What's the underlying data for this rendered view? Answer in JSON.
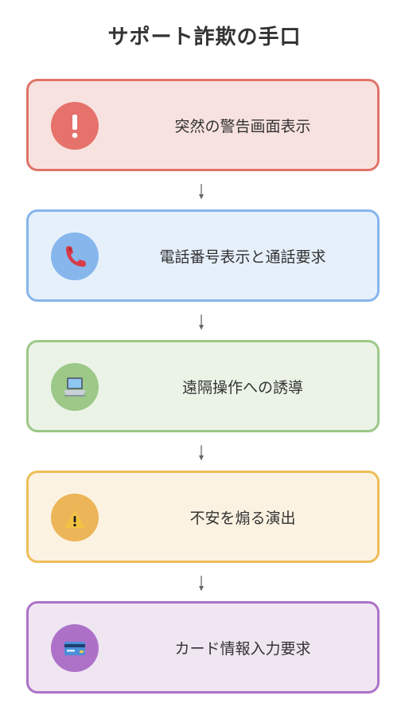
{
  "title": "サポート詐欺の手口",
  "steps": [
    {
      "label": "突然の警告画面表示",
      "icon": "exclamation-icon",
      "border": "#e07468",
      "fill": "#f8e2df",
      "badge": "#e5726b"
    },
    {
      "label": "電話番号表示と通話要求",
      "icon": "telephone-icon",
      "border": "#86b6ec",
      "fill": "#e6f0fb",
      "badge": "#86b6ec"
    },
    {
      "label": "遠隔操作への誘導",
      "icon": "laptop-icon",
      "border": "#9cc888",
      "fill": "#ebf3e7",
      "badge": "#9cc888"
    },
    {
      "label": "不安を煽る演出",
      "icon": "warning-icon",
      "border": "#ecbd58",
      "fill": "#fcf2e2",
      "badge": "#ecb558"
    },
    {
      "label": "カード情報入力要求",
      "icon": "credit-card-icon",
      "border": "#ad72c8",
      "fill": "#efe6f2",
      "badge": "#ad72c8"
    }
  ]
}
